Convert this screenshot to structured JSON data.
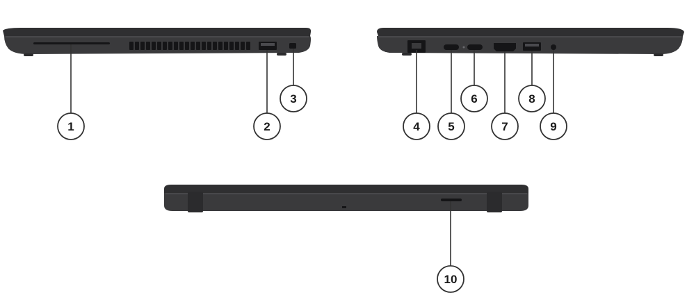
{
  "diagram": {
    "colors": {
      "background": "#ffffff",
      "chassis_dark": "#2b2b2d",
      "chassis_mid": "#3a3a3c",
      "chassis_edge": "#55555a",
      "port_dark": "#111113",
      "leader_line": "#333333",
      "circle_stroke": "#333333",
      "circle_fill": "#ffffff"
    },
    "views": [
      {
        "id": "left-side",
        "description_icon": "laptop-left-side"
      },
      {
        "id": "right-side",
        "description_icon": "laptop-right-side"
      },
      {
        "id": "rear",
        "description_icon": "laptop-rear"
      }
    ],
    "callouts": [
      {
        "number": "1",
        "part": "speaker-grille"
      },
      {
        "number": "2",
        "part": "usb-a-port"
      },
      {
        "number": "3",
        "part": "security-lock-slot"
      },
      {
        "number": "4",
        "part": "ethernet-port"
      },
      {
        "number": "5",
        "part": "usb-c-port"
      },
      {
        "number": "6",
        "part": "thunderbolt-usb-c-port"
      },
      {
        "number": "7",
        "part": "hdmi-port"
      },
      {
        "number": "8",
        "part": "usb-a-port"
      },
      {
        "number": "9",
        "part": "audio-jack"
      },
      {
        "number": "10",
        "part": "nano-sim-slot"
      }
    ]
  }
}
